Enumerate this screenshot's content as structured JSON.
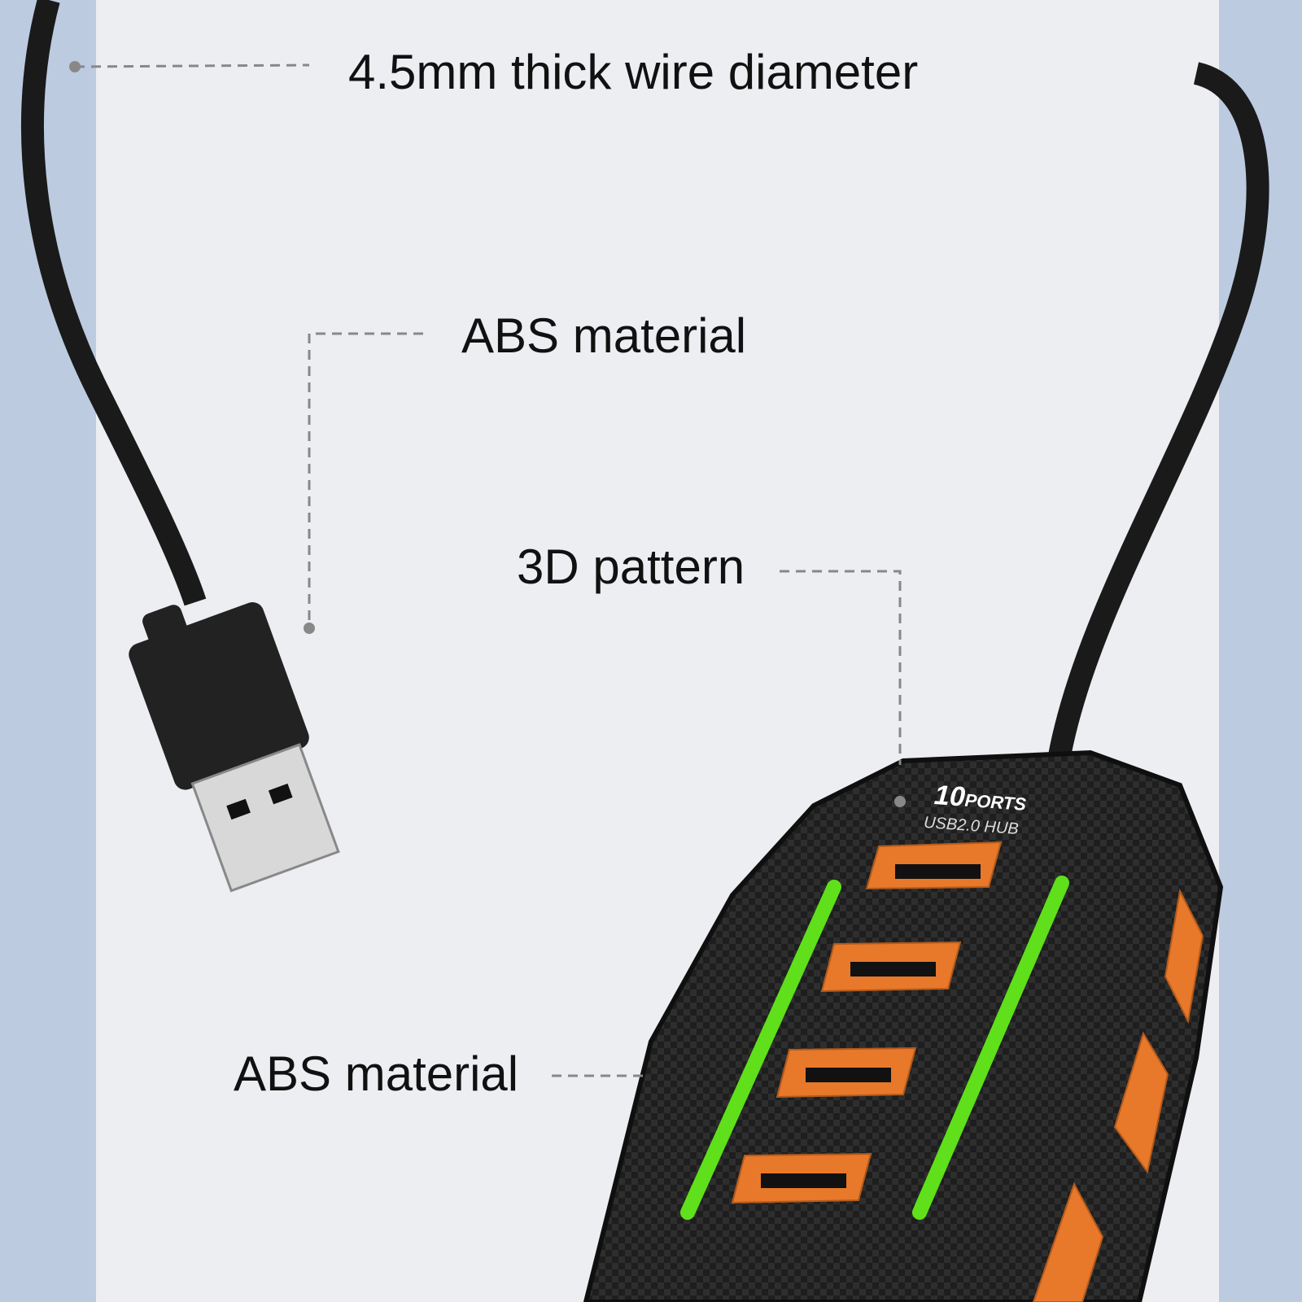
{
  "labels": {
    "wire": "4.5mm thick wire diameter",
    "abs_top": "ABS material",
    "pattern": "3D pattern",
    "abs_bottom": "ABS material"
  },
  "logo": {
    "count": "10",
    "ports": "PORTS",
    "model": "USB2.0 HUB"
  },
  "colors": {
    "background": "#bccbe0",
    "panel": "#eceef1",
    "port": "#e8782a",
    "led": "#5fe01a",
    "body": "#1c1c1c"
  }
}
